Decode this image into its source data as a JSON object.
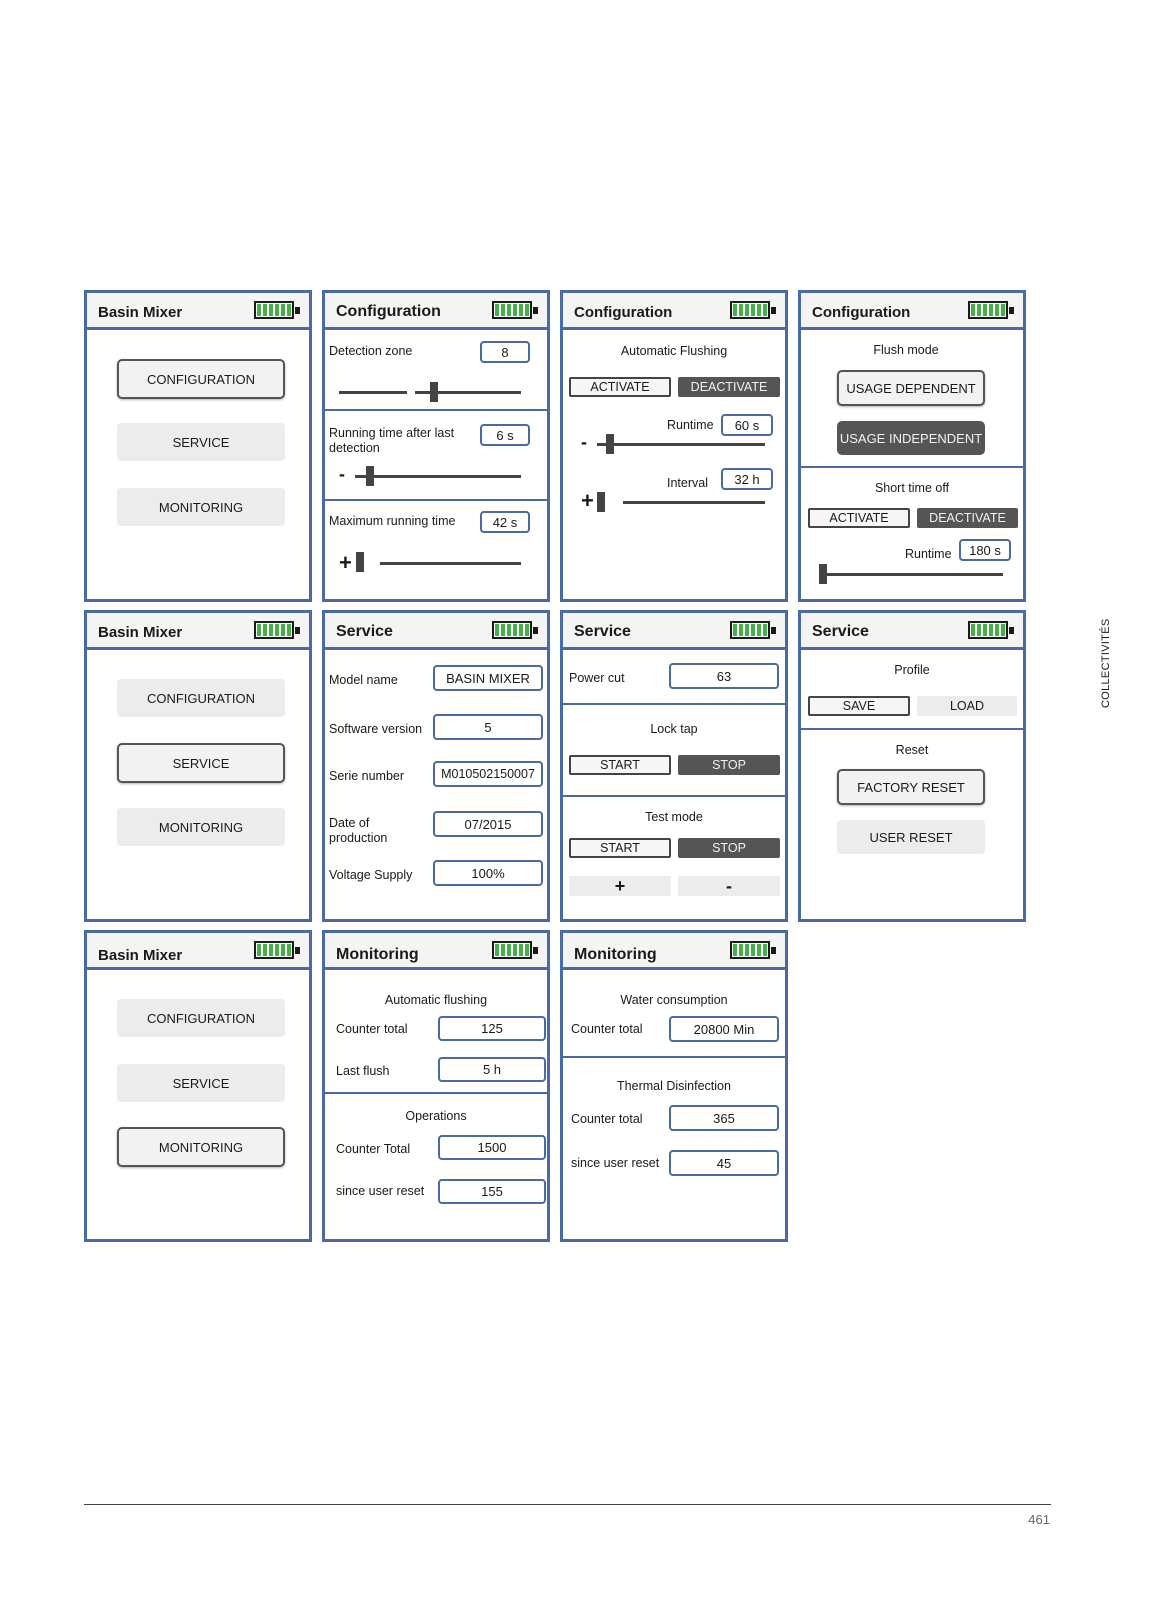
{
  "side_label": "COLLECTIVITÉS",
  "page_number": "461",
  "battery_level": 1.0,
  "colors": {
    "frame": "#4a6aa6",
    "battery_fill": "#43b04a",
    "dark_button": "#555555"
  },
  "p1": {
    "title": "Basin Mixer",
    "buttons": [
      "CONFIGURATION",
      "SERVICE",
      "MONITORING"
    ],
    "selected": "CONFIGURATION"
  },
  "p2": {
    "title": "Configuration",
    "detection_zone": {
      "label": "Detection zone",
      "value": "8",
      "minus": "",
      "plus": ""
    },
    "running_time": {
      "label": "Running time after last detection",
      "value": "6 s",
      "minus": "-"
    },
    "max_running": {
      "label": "Maximum running time",
      "value": "42 s",
      "plus": "+"
    }
  },
  "p3": {
    "title": "Configuration",
    "section": "Automatic Flushing",
    "activate": "ACTIVATE",
    "deactivate": "DEACTIVATE",
    "runtime_label": "Runtime",
    "runtime_value": "60 s",
    "minus": "-",
    "interval_label": "Interval",
    "interval_value": "32 h",
    "plus": "+"
  },
  "p4": {
    "title": "Configuration",
    "flush_mode": "Flush mode",
    "usage_dependent": "USAGE DEPENDENT",
    "usage_independent": "USAGE INDEPENDENT",
    "short_time_off": "Short time off",
    "activate": "ACTIVATE",
    "deactivate": "DEACTIVATE",
    "runtime_label": "Runtime",
    "runtime_value": "180 s"
  },
  "p5": {
    "title": "Basin Mixer",
    "buttons": [
      "CONFIGURATION",
      "SERVICE",
      "MONITORING"
    ],
    "selected": "SERVICE"
  },
  "p6": {
    "title": "Service",
    "rows": [
      {
        "label": "Model name",
        "value": "BASIN MIXER"
      },
      {
        "label": "Software version",
        "value": "5"
      },
      {
        "label": "Serie number",
        "value": "M010502150007"
      },
      {
        "label": "Date of production",
        "value": "07/2015"
      },
      {
        "label": "Voltage Supply",
        "value": "100%"
      }
    ]
  },
  "p7": {
    "title": "Service",
    "power_cut_label": "Power cut",
    "power_cut_value": "63",
    "lock_tap": "Lock tap",
    "start": "START",
    "stop": "STOP",
    "test_mode": "Test mode",
    "plus": "+",
    "minus": "-"
  },
  "p8": {
    "title": "Service",
    "profile": "Profile",
    "save": "SAVE",
    "load": "LOAD",
    "reset": "Reset",
    "factory_reset": "FACTORY RESET",
    "user_reset": "USER RESET"
  },
  "p9": {
    "title": "Basin Mixer",
    "buttons": [
      "CONFIGURATION",
      "SERVICE",
      "MONITORING"
    ],
    "selected": "MONITORING"
  },
  "p10": {
    "title": "Monitoring",
    "auto_flushing": "Automatic flushing",
    "counter_total_label": "Counter total",
    "counter_total_value": "125",
    "last_flush_label": "Last flush",
    "last_flush_value": "5 h",
    "operations": "Operations",
    "ops_total_label": "Counter Total",
    "ops_total_value": "1500",
    "since_reset_label": "since user reset",
    "since_reset_value": "155"
  },
  "p11": {
    "title": "Monitoring",
    "water_consumption": "Water consumption",
    "wc_label": "Counter total",
    "wc_value": "20800 Min",
    "thermal": "Thermal Disinfection",
    "td_total_label": "Counter total",
    "td_total_value": "365",
    "td_since_label": "since user reset",
    "td_since_value": "45"
  }
}
